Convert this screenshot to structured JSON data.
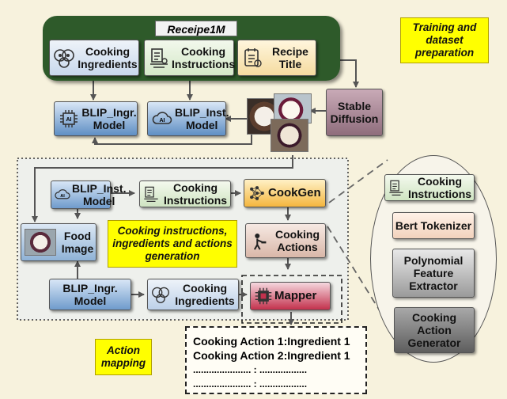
{
  "colors": {
    "background": "#f7f2dd",
    "dataset_green": "#2e5a2a",
    "blip_blue": "#5f8fc4",
    "stable_diffusion": "#a17f8e",
    "cookgen_orange": "#f7c05a",
    "highlight_yellow": "#ffff00",
    "mapper_red": "#c3324d"
  },
  "dataset": {
    "title": "Receipe1M",
    "items": [
      {
        "label": "Cooking Ingredients",
        "icon": "ingredients-icon"
      },
      {
        "label": "Cooking Instructions",
        "icon": "instructions-icon"
      },
      {
        "label": "Recipe Title",
        "icon": "recipe-title-icon"
      }
    ]
  },
  "training": {
    "blip_ingr": "BLIP_Ingr. Model",
    "blip_inst": "BLIP_Inst. Model",
    "stable_diffusion": "Stable Diffusion"
  },
  "notes": {
    "training": "Training and dataset preparation",
    "generation": "Cooking instructions, ingredients and actions generation",
    "mapping": "Action mapping"
  },
  "generation": {
    "blip_inst": "BLIP_Inst. Model",
    "cooking_instructions": "Cooking Instructions",
    "cookgen": "CookGen",
    "food_image": "Food Image",
    "cooking_actions": "Cooking Actions",
    "blip_ingr": "BLIP_Ingr. Model",
    "cooking_ingredients": "Cooking Ingredients",
    "mapper": "Mapper"
  },
  "mapping_output": {
    "rows": [
      "Cooking Action 1:Ingredient 1",
      "Cooking Action 2:Ingredient 1",
      "...................... : ..................",
      "...................... : .................."
    ]
  },
  "cookgen_detail": {
    "steps": [
      "Cooking Instructions",
      "Bert Tokenizer",
      "Polynomial Feature Extractor",
      "Cooking Action Generator"
    ]
  }
}
